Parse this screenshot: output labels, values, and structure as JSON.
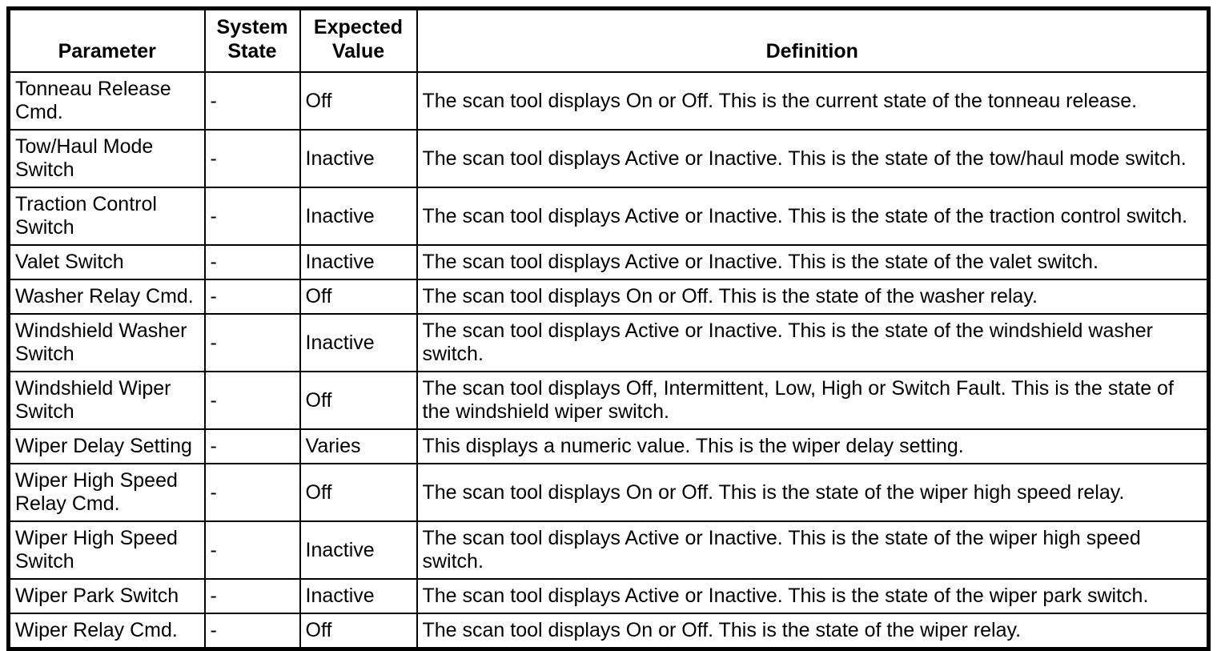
{
  "table": {
    "headers": {
      "parameter": "Parameter",
      "system_state": "System\nState",
      "expected_value": "Expected\nValue",
      "definition": "Definition"
    },
    "rows": [
      {
        "parameter": "Tonneau Release Cmd.",
        "system_state": "-",
        "expected_value": "Off",
        "definition": "The scan tool displays On or Off. This is the current state of the tonneau release."
      },
      {
        "parameter": "Tow/Haul Mode Switch",
        "system_state": "-",
        "expected_value": "Inactive",
        "definition": "The scan tool displays Active or Inactive. This is the state of the tow/haul mode switch."
      },
      {
        "parameter": "Traction Control Switch",
        "system_state": "-",
        "expected_value": "Inactive",
        "definition": "The scan tool displays Active or Inactive. This is the state of the traction control switch."
      },
      {
        "parameter": "Valet Switch",
        "system_state": "-",
        "expected_value": "Inactive",
        "definition": "The scan tool displays Active or Inactive. This is the state of the valet switch."
      },
      {
        "parameter": "Washer Relay Cmd.",
        "system_state": "-",
        "expected_value": "Off",
        "definition": "The scan tool displays On or Off. This is the state of the washer relay."
      },
      {
        "parameter": "Windshield Washer Switch",
        "system_state": "-",
        "expected_value": "Inactive",
        "definition": "The scan tool displays Active or Inactive. This is the state of the windshield washer switch."
      },
      {
        "parameter": "Windshield Wiper Switch",
        "system_state": "-",
        "expected_value": "Off",
        "definition": "The scan tool displays Off, Intermittent, Low, High or Switch Fault. This is the state of the windshield wiper switch."
      },
      {
        "parameter": "Wiper Delay Setting",
        "system_state": "-",
        "expected_value": "Varies",
        "definition": "This displays a numeric value. This is the wiper delay setting."
      },
      {
        "parameter": "Wiper High Speed Relay Cmd.",
        "system_state": "-",
        "expected_value": "Off",
        "definition": "The scan tool displays On or Off. This is the state of the wiper high speed relay."
      },
      {
        "parameter": "Wiper High Speed Switch",
        "system_state": "-",
        "expected_value": "Inactive",
        "definition": "The scan tool displays Active or Inactive. This is the state of the wiper high speed switch."
      },
      {
        "parameter": "Wiper Park Switch",
        "system_state": "-",
        "expected_value": "Inactive",
        "definition": "The scan tool displays Active or Inactive. This is the state of the wiper park switch."
      },
      {
        "parameter": "Wiper Relay Cmd.",
        "system_state": "-",
        "expected_value": "Off",
        "definition": "The scan tool displays On or Off. This is the state of the wiper relay."
      }
    ]
  }
}
